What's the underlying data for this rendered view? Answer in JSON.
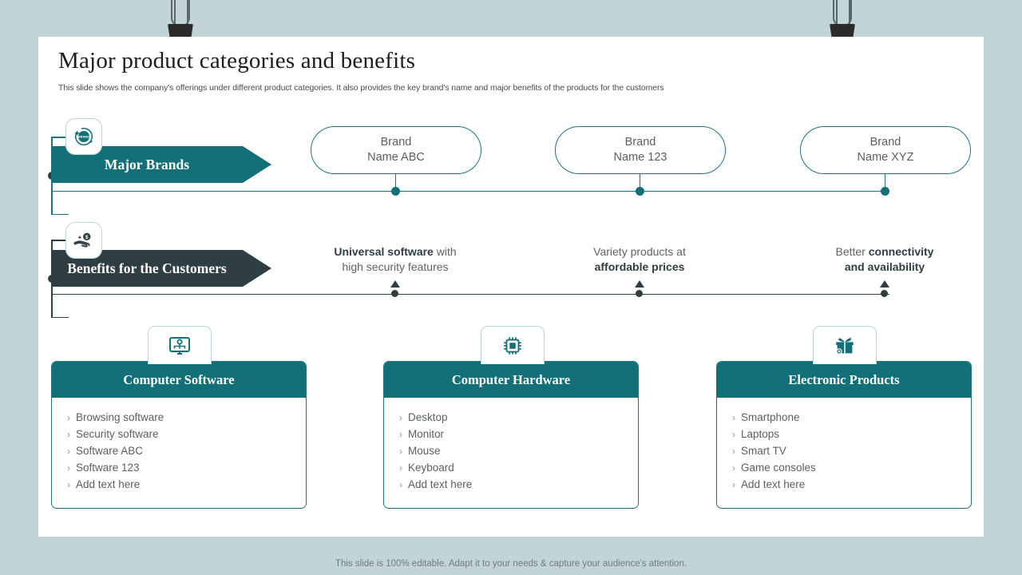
{
  "theme": {
    "page_bg": "#c3d4d6",
    "slide_bg": "#ffffff",
    "teal": "#137078",
    "teal_dark": "#1e7480",
    "slate": "#2f3e43",
    "text_gray": "#5a5f62"
  },
  "slide": {
    "title": "Major product categories and benefits",
    "subtitle": "This slide shows the company's offerings under different product categories. It also provides the key brand's name and major benefits of the products for the customers"
  },
  "brands_row": {
    "banner_label": "Major Brands",
    "badge_icon": "brand-badge-icon",
    "pills": [
      {
        "line1": "Brand",
        "line2": "Name ABC"
      },
      {
        "line1": "Brand",
        "line2": "Name 123"
      },
      {
        "line1": "Brand",
        "line2": "Name XYZ"
      }
    ]
  },
  "benefits_row": {
    "banner_label": "Benefits for the Customers",
    "badge_icon": "hand-money-icon",
    "items": [
      {
        "pre": "",
        "strong": "Universal software",
        "mid": " with",
        "line2_pre": "high security ",
        "line2_strong": "",
        "line2_post": "features",
        "html": "<b>Universal software</b> with<br>high security features"
      },
      {
        "html": "Variety products at<br><b>affordable prices</b>"
      },
      {
        "html": "Better <b>connectivity</b><br><b>and availability</b>"
      }
    ]
  },
  "cards": [
    {
      "title": "Computer Software",
      "icon": "monitor-settings-icon",
      "items": [
        "Browsing software",
        "Security software",
        "Software ABC",
        "Software 123",
        "Add text here"
      ]
    },
    {
      "title": "Computer Hardware",
      "icon": "cpu-chip-icon",
      "items": [
        "Desktop",
        "Monitor",
        "Mouse",
        "Keyboard",
        "Add text here"
      ]
    },
    {
      "title": "Electronic Products",
      "icon": "gift-box-icon",
      "items": [
        "Smartphone",
        "Laptops",
        "Smart TV",
        "Game consoles",
        "Add text here"
      ]
    }
  ],
  "footer": {
    "note": "This slide is 100% editable. Adapt it to your needs & capture your audience's attention."
  }
}
